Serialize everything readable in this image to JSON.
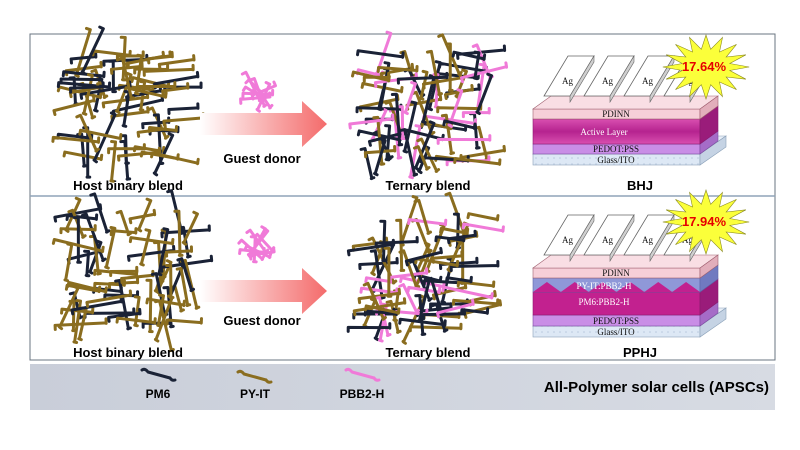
{
  "top_row": {
    "host_label": "Host binary blend",
    "guest_label": "Guest donor",
    "ternary_label": "Ternary blend",
    "device_label": "BHJ",
    "efficiency": "17.64%",
    "layers": {
      "electrode": "Ag",
      "interlayer": "PDINN",
      "active": "Active Layer",
      "htl": "PEDOT:PSS",
      "substrate": "Glass/ITO"
    }
  },
  "bottom_row": {
    "host_label": "Host binary blend",
    "guest_label": "Guest donor",
    "ternary_label": "Ternary blend",
    "device_label": "PPHJ",
    "efficiency": "17.94%",
    "layers": {
      "electrode": "Ag",
      "interlayer": "PDINN",
      "upper_active": "PY-IT:PBB2-H",
      "lower_active": "PM6:PBB2-H",
      "htl": "PEDOT:PSS",
      "substrate": "Glass/ITO"
    }
  },
  "legend": {
    "items": [
      {
        "label": "PM6",
        "color": "#1a2236"
      },
      {
        "label": "PY-IT",
        "color": "#8a6d1f"
      },
      {
        "label": "PBB2-H",
        "color": "#f07ad8"
      }
    ],
    "title": "All-Polymer solar cells (APSCs)",
    "title_color": "#e60000"
  }
}
